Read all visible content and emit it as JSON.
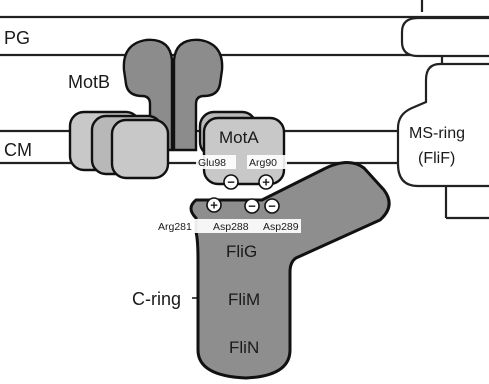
{
  "labels": {
    "pg": "PG",
    "cm": "CM",
    "motb": "MotB",
    "mota": "MotA",
    "ms_ring_line1": "MS-ring",
    "ms_ring_line2": "(FliF)",
    "flig": "FliG",
    "flim": "FliM",
    "flin": "FliN",
    "c_ring": "C-ring"
  },
  "residues": {
    "glu98": "Glu98",
    "arg90": "Arg90",
    "arg281": "Arg281",
    "asp288": "Asp288",
    "asp289": "Asp289"
  },
  "charges": {
    "glu98": "−",
    "arg90": "+",
    "arg281": "+",
    "asp288": "−",
    "asp289": "−"
  },
  "colors": {
    "motb": "#8c8c8c",
    "mota": "#c8c8c8",
    "mota_front": "#a8a8a8",
    "rotor": "#8e8e8e",
    "ms_ring": "#ffffff",
    "outline": "#111111"
  }
}
